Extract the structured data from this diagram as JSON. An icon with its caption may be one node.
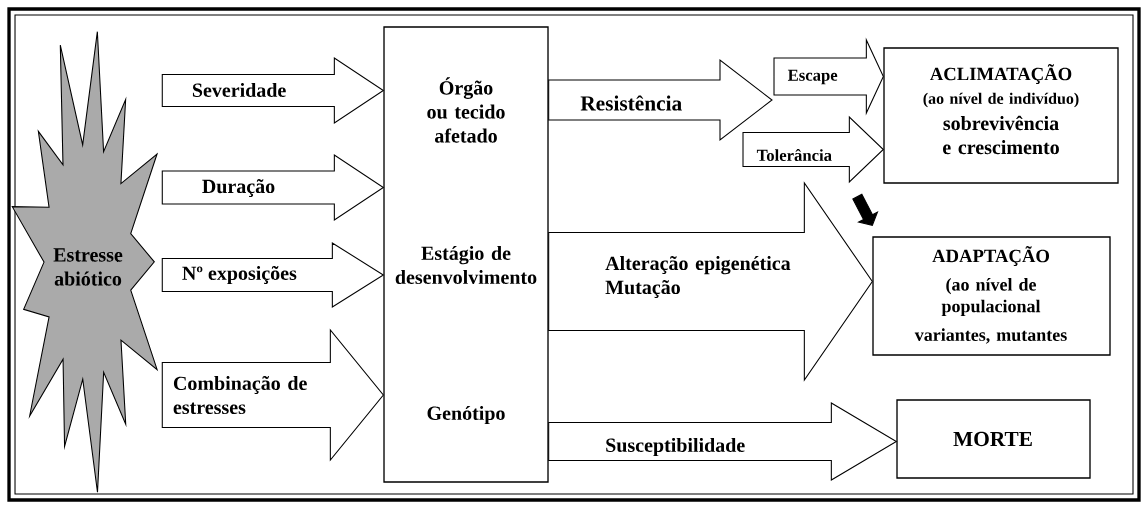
{
  "diagram": {
    "nodes": [
      {
        "text": [
          "Estresse abiótico"
        ]
      },
      {
        "text": [
          "Órgão ou tecido afetado",
          "Estágio de desenvolvimento",
          "Genótipo"
        ]
      },
      {
        "text": [
          "ACLIMATAÇÃO",
          "(ao nível de indivíduo)",
          "sobrevivência e crescimento"
        ]
      },
      {
        "text": [
          "ADAPTAÇÃO",
          "(ao nível de populacional",
          "variantes, mutantes"
        ]
      },
      {
        "text": [
          "MORTE"
        ]
      }
    ],
    "edges": [
      {
        "from": 0,
        "to": 1,
        "arrow": "to",
        "label": "Severidade"
      },
      {
        "from": 0,
        "to": 1,
        "arrow": "to",
        "label": "Duração"
      },
      {
        "from": 0,
        "to": 1,
        "arrow": "to",
        "label": "Nº exposições"
      },
      {
        "from": 0,
        "to": 1,
        "arrow": "to",
        "label": "Combinação de estresses"
      },
      {
        "from": 1,
        "to": null,
        "arrow": "to",
        "label": "Resistência"
      },
      {
        "from": null,
        "to": 2,
        "arrow": "to",
        "label": "Escape"
      },
      {
        "from": null,
        "to": 2,
        "arrow": "to",
        "label": "Tolerância"
      },
      {
        "from": 1,
        "to": 3,
        "arrow": "to",
        "label": "Alteração epigenética Mutação"
      },
      {
        "from": 1,
        "to": 4,
        "arrow": "to",
        "label": "Susceptibilidade"
      },
      {
        "from": 2,
        "to": 3,
        "arrow": "to",
        "style": "thick"
      }
    ]
  }
}
